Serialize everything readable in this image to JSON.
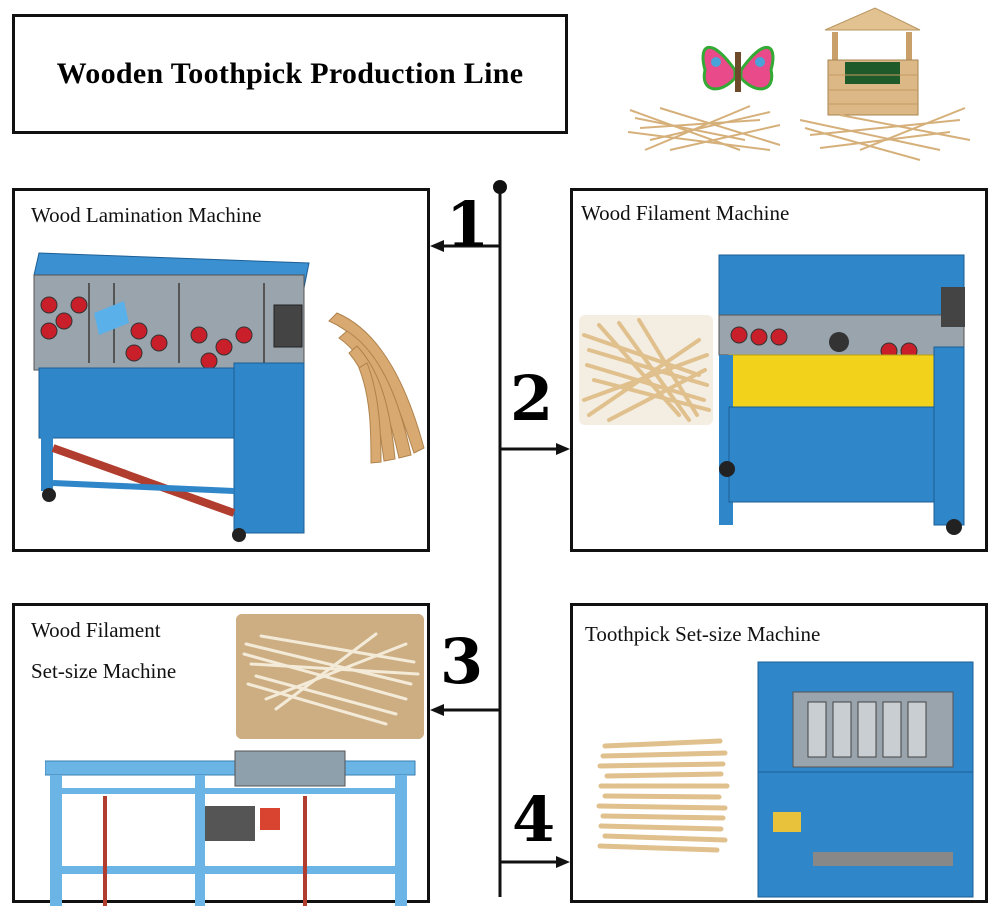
{
  "title": "Wooden Toothpick Production Line",
  "steps": [
    {
      "number": "1",
      "label": "Wood Lamination Machine"
    },
    {
      "number": "2",
      "label": "Wood Filament Machine"
    },
    {
      "number": "3",
      "label_line1": "Wood Filament",
      "label_line2": "Set-size Machine"
    },
    {
      "number": "4",
      "label": "Toothpick Set-size Machine"
    }
  ],
  "colors": {
    "machine_blue": "#2f86c9",
    "frame_blue": "#6ab4e6",
    "roller_red": "#c81f2a",
    "wood": "#e2c291",
    "yellow_panel": "#f2d21a"
  }
}
